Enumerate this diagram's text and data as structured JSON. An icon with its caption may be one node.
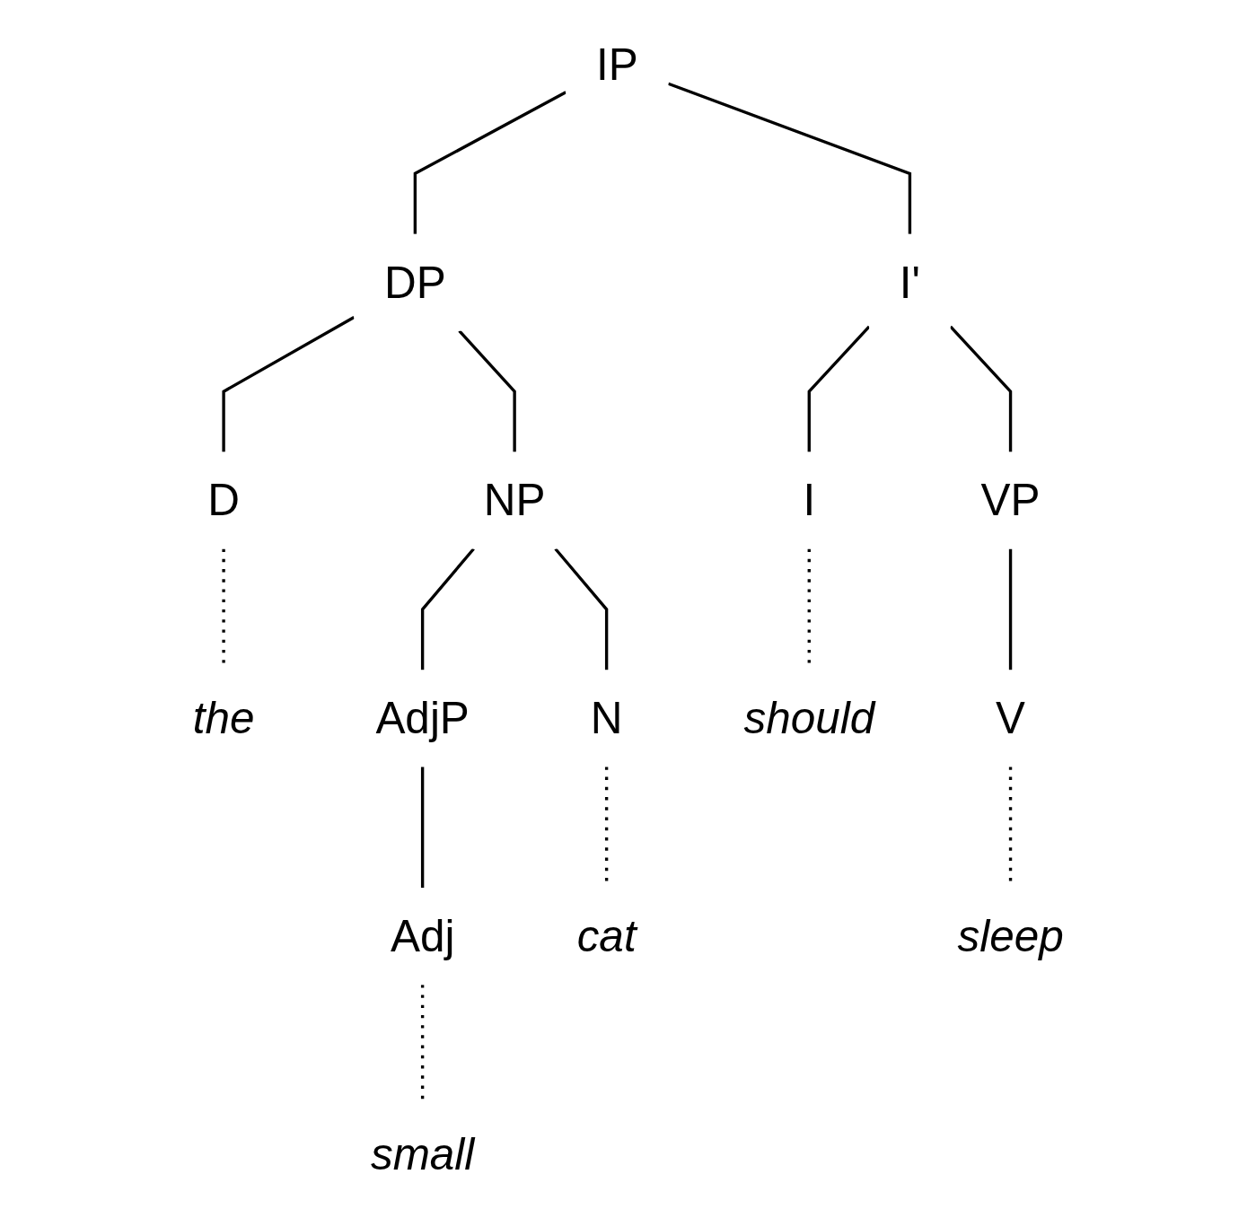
{
  "diagram": {
    "nodes": [
      {
        "text": [
          "IP"
        ]
      },
      {
        "text": [
          "DP"
        ]
      },
      {
        "text": [
          "I'"
        ]
      },
      {
        "text": [
          "D"
        ]
      },
      {
        "text": [
          "NP"
        ]
      },
      {
        "text": [
          "I"
        ]
      },
      {
        "text": [
          "VP"
        ]
      },
      {
        "text": [
          "AdjP"
        ]
      },
      {
        "text": [
          "N"
        ]
      },
      {
        "text": [
          "V"
        ]
      },
      {
        "text": [
          "Adj"
        ]
      },
      {
        "text": [
          "the"
        ]
      },
      {
        "text": [
          "small"
        ]
      },
      {
        "text": [
          "cat"
        ]
      },
      {
        "text": [
          "should"
        ]
      },
      {
        "text": [
          "sleep"
        ]
      }
    ],
    "edges": [
      {
        "from": 0,
        "to": 1,
        "arrow": "none"
      },
      {
        "from": 0,
        "to": 2,
        "arrow": "none"
      },
      {
        "from": 1,
        "to": 3,
        "arrow": "none"
      },
      {
        "from": 1,
        "to": 4,
        "arrow": "none"
      },
      {
        "from": 2,
        "to": 5,
        "arrow": "none"
      },
      {
        "from": 2,
        "to": 6,
        "arrow": "none"
      },
      {
        "from": 4,
        "to": 7,
        "arrow": "none"
      },
      {
        "from": 4,
        "to": 8,
        "arrow": "none"
      },
      {
        "from": 6,
        "to": 9,
        "arrow": "none"
      },
      {
        "from": 7,
        "to": 10,
        "arrow": "none"
      },
      {
        "from": 3,
        "to": 11,
        "arrow": "none",
        "style": "dashed"
      },
      {
        "from": 10,
        "to": 12,
        "arrow": "none",
        "style": "dashed"
      },
      {
        "from": 8,
        "to": 13,
        "arrow": "none",
        "style": "dashed"
      },
      {
        "from": 5,
        "to": 14,
        "arrow": "none",
        "style": "dashed"
      },
      {
        "from": 9,
        "to": 15,
        "arrow": "none",
        "style": "dashed"
      }
    ]
  }
}
